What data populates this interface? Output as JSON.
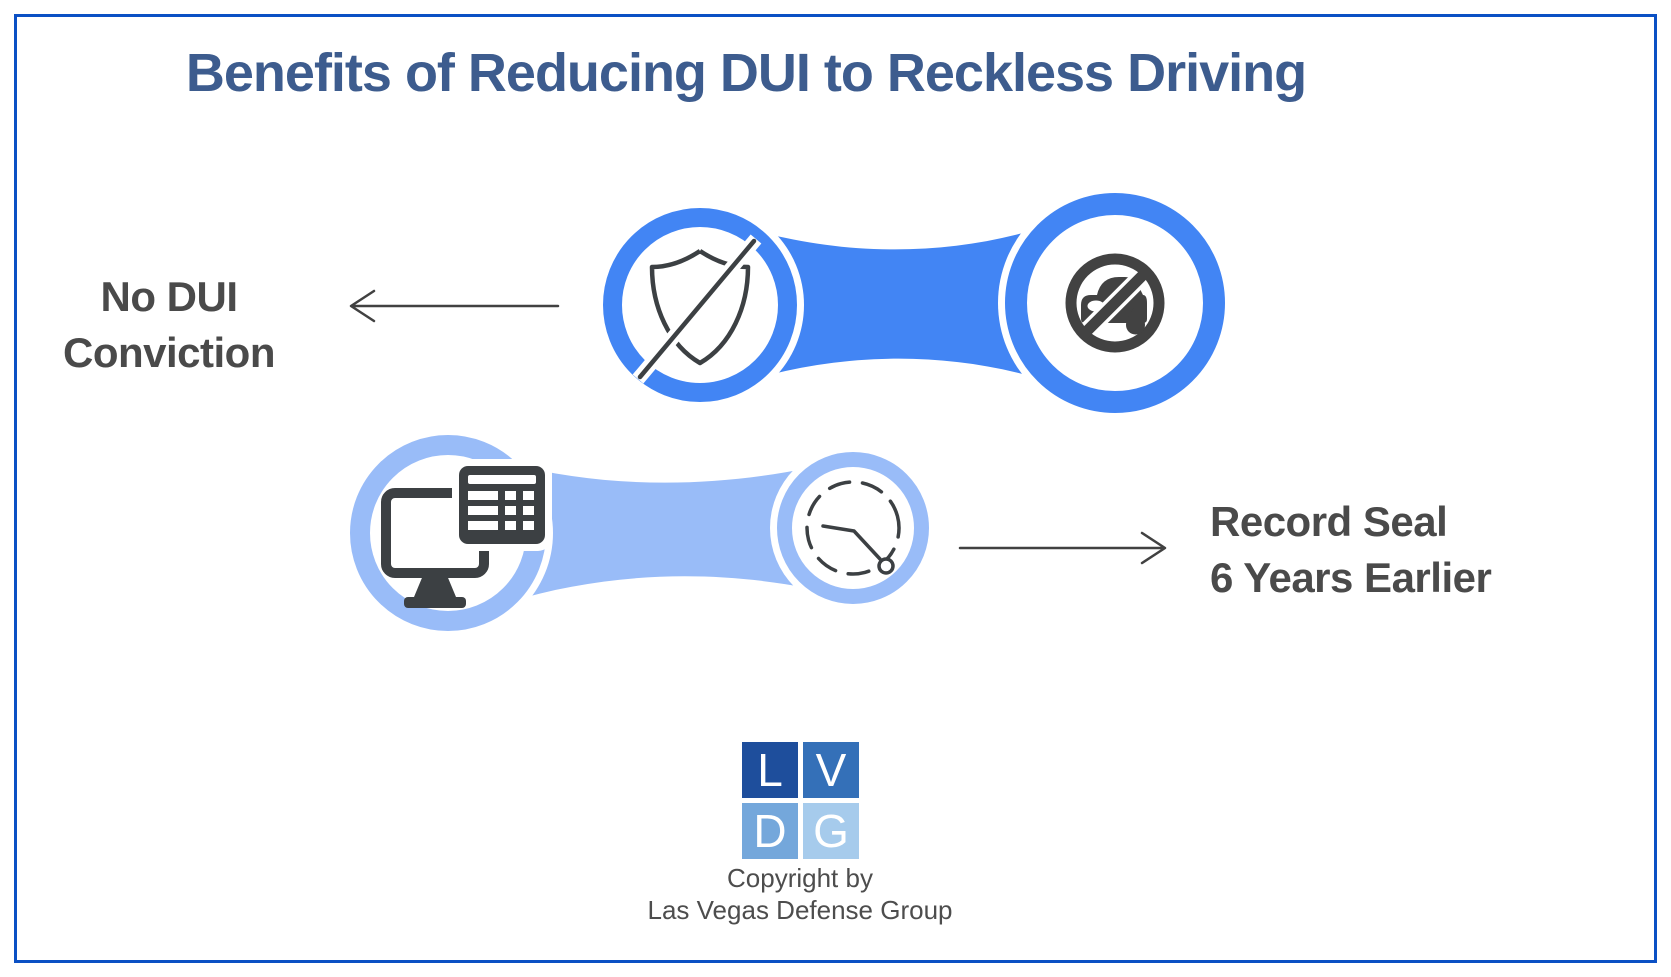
{
  "title": {
    "text": "Benefits of Reducing DUI to Reckless Driving",
    "color": "#3D5C8E"
  },
  "frame": {
    "border_color": "#0B50C4"
  },
  "benefits": [
    {
      "name": "no-dui-conviction",
      "label_lines": [
        "No DUI",
        "Conviction"
      ],
      "accent_color": "#4285F4",
      "icons": {
        "left": "shield-off-icon",
        "right": "no-drunk-driving-icon"
      },
      "arrow_direction": "left"
    },
    {
      "name": "record-seal",
      "label_lines": [
        "Record Seal",
        "6 Years Earlier"
      ],
      "accent_color": "#99BCF8",
      "icons": {
        "left": "computer-records-icon",
        "right": "clock-timer-icon"
      },
      "arrow_direction": "right"
    }
  ],
  "label_color": "#4A4A4A",
  "icon_colors": {
    "outline": "#3C4043",
    "filled": "#424242",
    "arrow": "#414141"
  },
  "footer": {
    "logo": {
      "letters": [
        "L",
        "V",
        "D",
        "G"
      ],
      "colors": [
        "#1E4E9C",
        "#3470B8",
        "#74A7DB",
        "#A6CBEC"
      ]
    },
    "copyright_lines": [
      "Copyright by",
      "Las Vegas Defense Group"
    ]
  }
}
